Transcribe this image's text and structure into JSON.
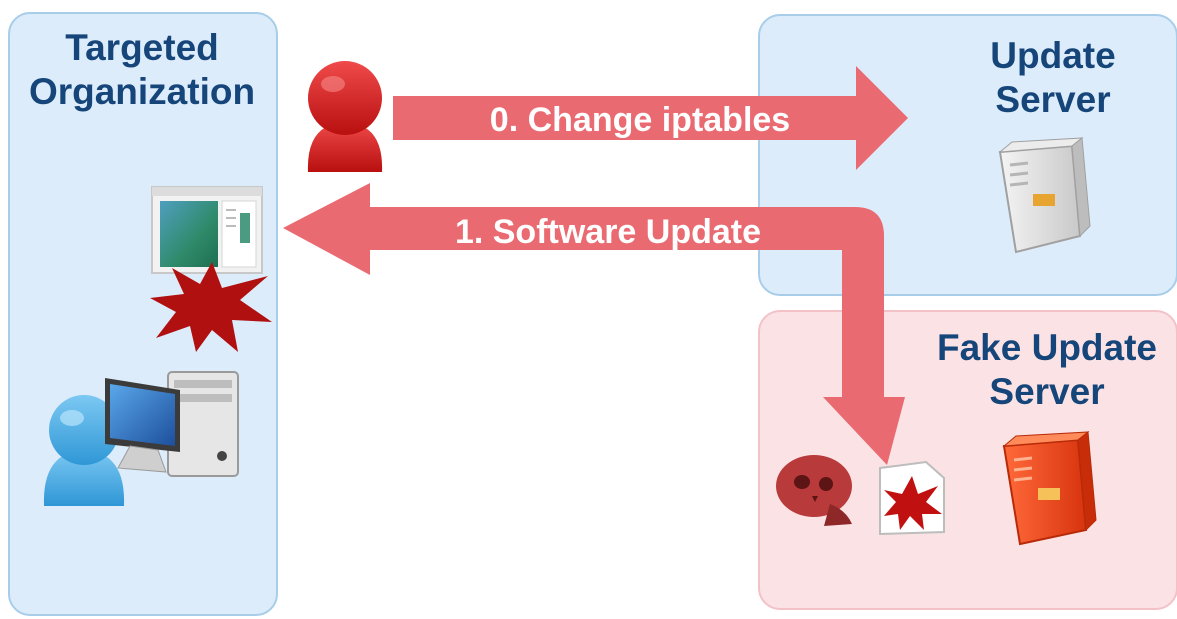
{
  "regions": {
    "targeted_organization": "Targeted\nOrganization",
    "update_server": "Update\nServer",
    "fake_update_server": "Fake Update\nServer"
  },
  "arrows": {
    "step0": "0. Change iptables",
    "step1": "1. Software Update"
  },
  "icons": [
    "attacker-icon",
    "software-window-icon",
    "malware-burst-icon",
    "user-icon",
    "workstation-icon",
    "server-icon",
    "skull-icon",
    "infected-file-icon",
    "fake-server-icon"
  ],
  "colors": {
    "region_blue": "#dcecfb",
    "region_pink": "#fbe3e5",
    "title_text": "#16457a",
    "arrow": "#ea6a72",
    "attacker": "#d81c1c",
    "malware": "#b01010",
    "fake_server": "#f0471d"
  }
}
